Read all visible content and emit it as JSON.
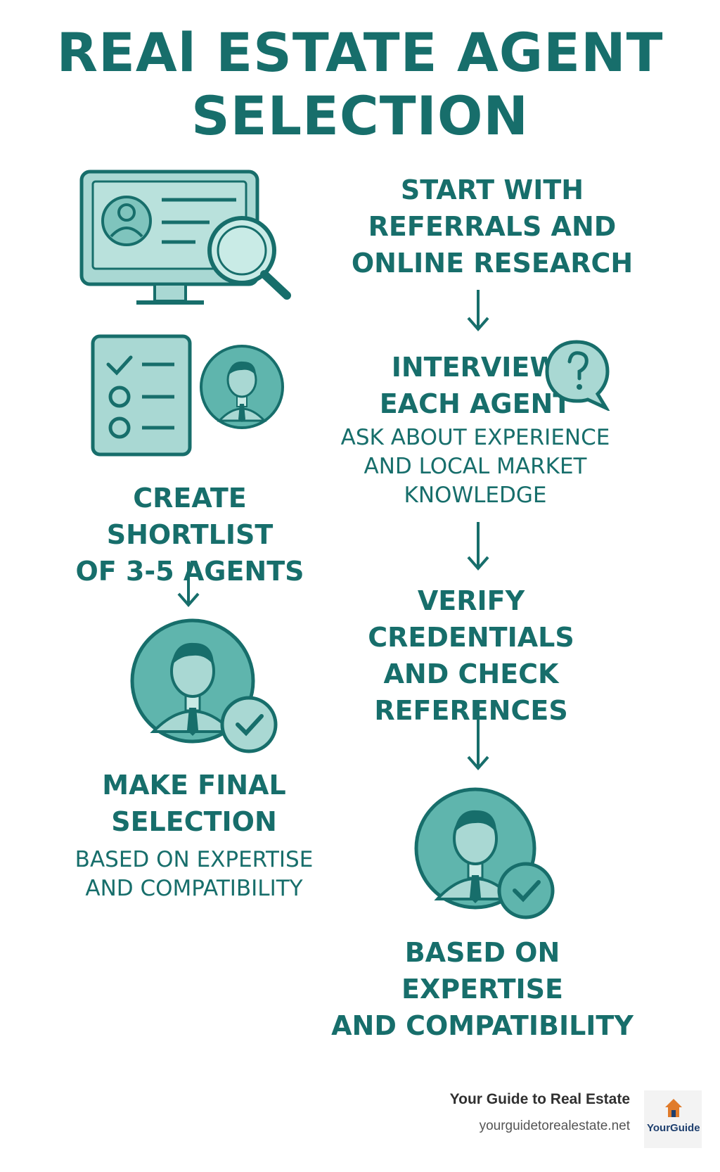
{
  "title": {
    "line1": "REAl  ESTATE AGENT",
    "line2": "SELECTION"
  },
  "steps": {
    "referrals": {
      "lines": [
        "START WITH",
        "REFERRALS AND",
        "ONLINE RESEARCH"
      ]
    },
    "interview": {
      "lines": [
        "INTERVIEW",
        "EACH AGENT"
      ],
      "sub": [
        "ASK ABOUT EXPERIENCE",
        "AND LOCAL MARKET",
        "KNOWLEDGE"
      ]
    },
    "shortlist": {
      "lines": [
        "CREATE SHORTLIST",
        "OF 3-5 AGENTS"
      ]
    },
    "verify": {
      "lines": [
        "VERIFY CREDENTIALS",
        "AND CHECK",
        "REFERENCES"
      ]
    },
    "final": {
      "lines": [
        "MAKE FINAL",
        "SELECTION"
      ],
      "sub": [
        "BASED ON EXPERTISE",
        "AND COMPATIBILITY"
      ]
    },
    "closing": {
      "lines": [
        "BASED ON EXPERTISE",
        "AND COMPATIBILITY"
      ]
    }
  },
  "icons": {
    "computer": "computer-search-icon",
    "checklist": "checklist-icon",
    "agent": "agent-avatar-icon",
    "question": "question-bubble-icon",
    "check": "check-circle-icon",
    "arrow": "arrow-down-icon"
  },
  "footer": {
    "brand_name": "Your Guide to Real Estate",
    "brand_url": "yourguidetorealestate.net",
    "logo_text": "YourGuide"
  },
  "colors": {
    "teal_dark": "#176e6b",
    "teal_fill": "#a9d8d3",
    "teal_mid": "#5fb5ad"
  }
}
